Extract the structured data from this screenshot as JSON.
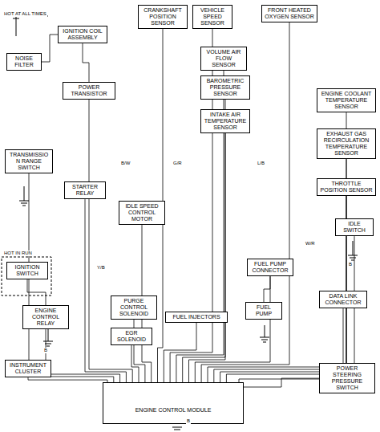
{
  "diagram": {
    "nodes": [
      {
        "text": [
          "IGNITION COIL ASSEMBLY"
        ]
      },
      {
        "text": [
          "NOISE FILTER"
        ]
      },
      {
        "text": [
          "POWER TRANSISTOR"
        ]
      },
      {
        "text": [
          "CRANKSHAFT POSITION SENSOR"
        ]
      },
      {
        "text": [
          "VEHICLE SPEED SENSOR"
        ]
      },
      {
        "text": [
          "VOLUME AIR FLOW SENSOR"
        ]
      },
      {
        "text": [
          "BAROMETRIC PRESSURE SENSOR"
        ]
      },
      {
        "text": [
          "INTAKE AIR TEMPERATURE SENSOR"
        ]
      },
      {
        "text": [
          "FRONT HEATED OXYGEN SENSOR"
        ]
      },
      {
        "text": [
          "ENGINE COOLANT TEMPERATURE SENSOR"
        ]
      },
      {
        "text": [
          "EXHAUST GAS RECIRCULATION TEMPERATURE SENSOR"
        ]
      },
      {
        "text": [
          "THROTTLE POSITION SENSOR"
        ]
      },
      {
        "text": [
          "IDLE SWITCH"
        ]
      },
      {
        "text": [
          "TRANSMISSION RANGE SWITCH"
        ]
      },
      {
        "text": [
          "STARTER RELAY"
        ]
      },
      {
        "text": [
          "IDLE SPEED CONTROL MOTOR"
        ]
      },
      {
        "text": [
          "IGNITION SWITCH"
        ]
      },
      {
        "text": [
          "ENGINE CONTROL RELAY"
        ]
      },
      {
        "text": [
          "PURGE CONTROL SOLENOID"
        ]
      },
      {
        "text": [
          "EGR SOLENOID"
        ]
      },
      {
        "text": [
          "FUEL INJECTORS"
        ]
      },
      {
        "text": [
          "FUEL PUMP CONNECTOR"
        ]
      },
      {
        "text": [
          "FUEL PUMP"
        ]
      },
      {
        "text": [
          "DATA LINK CONNECTOR"
        ]
      },
      {
        "text": [
          "INSTRUMENT CLUSTER"
        ]
      },
      {
        "text": [
          "POWER STEERING PRESSURE SWITCH"
        ]
      },
      {
        "text": [
          "ENGINE CONTROL MODULE"
        ]
      }
    ],
    "edges": [
      {
        "from": 1,
        "to": 0,
        "arrow": "none"
      },
      {
        "from": 0,
        "to": 2,
        "arrow": "none"
      },
      {
        "from": 2,
        "to": 26,
        "arrow": "none"
      },
      {
        "from": 3,
        "to": 26,
        "arrow": "none"
      },
      {
        "from": 4,
        "to": 26,
        "arrow": "none"
      },
      {
        "from": 5,
        "to": 26,
        "arrow": "none"
      },
      {
        "from": 6,
        "to": 26,
        "arrow": "none"
      },
      {
        "from": 7,
        "to": 26,
        "arrow": "none"
      },
      {
        "from": 8,
        "to": 26,
        "arrow": "none"
      },
      {
        "from": 9,
        "to": 26,
        "arrow": "none"
      },
      {
        "from": 10,
        "to": 26,
        "arrow": "none"
      },
      {
        "from": 11,
        "to": 26,
        "arrow": "none"
      },
      {
        "from": 12,
        "to": 26,
        "arrow": "none"
      },
      {
        "from": 13,
        "to": 26,
        "arrow": "none"
      },
      {
        "from": 14,
        "to": 26,
        "arrow": "none"
      },
      {
        "from": 15,
        "to": 26,
        "arrow": "none"
      },
      {
        "from": 16,
        "to": 17,
        "arrow": "none"
      },
      {
        "from": 17,
        "to": 26,
        "arrow": "none"
      },
      {
        "from": 18,
        "to": 26,
        "arrow": "none"
      },
      {
        "from": 19,
        "to": 26,
        "arrow": "none"
      },
      {
        "from": 20,
        "to": 26,
        "arrow": "none"
      },
      {
        "from": 21,
        "to": 22,
        "arrow": "none"
      },
      {
        "from": 21,
        "to": 26,
        "arrow": "none"
      },
      {
        "from": 23,
        "to": 26,
        "arrow": "none"
      },
      {
        "from": 24,
        "to": 26,
        "arrow": "none"
      },
      {
        "from": 25,
        "to": 26,
        "arrow": "none"
      }
    ],
    "labels": [
      "HOT IN RUN",
      "HOT AT ALL TIMES",
      "B/W",
      "G/R",
      "L/B",
      "W/R",
      "Y/B",
      "B",
      "B",
      "B"
    ]
  }
}
